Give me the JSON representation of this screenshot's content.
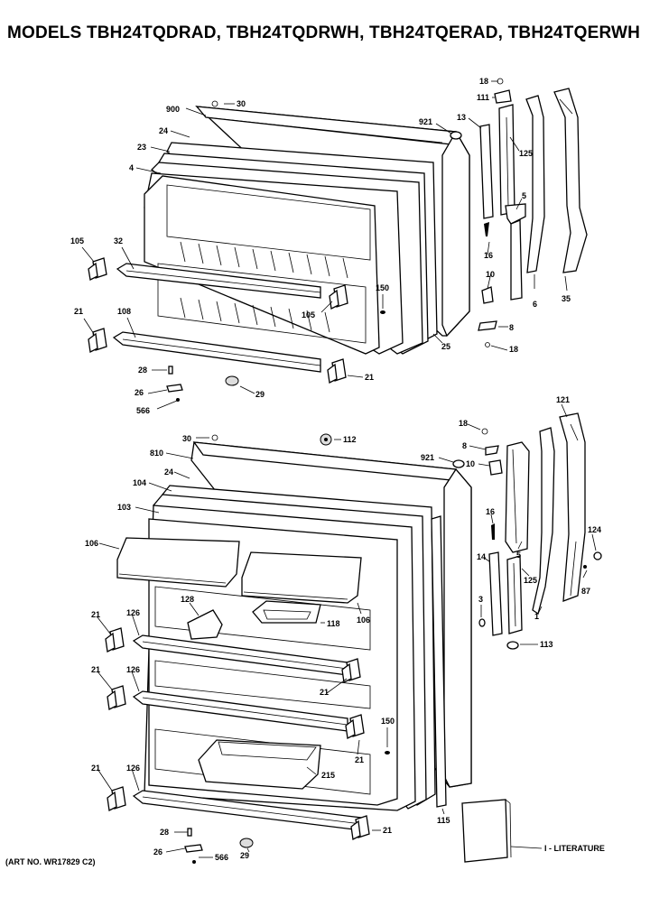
{
  "title": "MODELS TBH24TQDRAD, TBH24TQDRWH, TBH24TQERAD, TBH24TQERWH",
  "art_no": "(ART NO. WR17829 C2)",
  "labels": {
    "l900": "900",
    "l30a": "30",
    "l24a": "24",
    "l23": "23",
    "l4": "4",
    "l105a": "105",
    "l32": "32",
    "l21a": "21",
    "l108": "108",
    "l28a": "28",
    "l26a": "26",
    "l566a": "566",
    "l29": "29",
    "l21b": "21",
    "l105b": "105",
    "l150a": "150",
    "l25": "25",
    "l921a": "921",
    "l13": "13",
    "l125a": "125",
    "l18a": "18",
    "l111": "111",
    "l5a": "5",
    "l16a": "16",
    "l10a": "10",
    "l6": "6",
    "l35": "35",
    "l8a": "8",
    "l18b": "18",
    "l30b": "30",
    "l112": "112",
    "l810": "810",
    "l24b": "24",
    "l104": "104",
    "l103": "103",
    "l106a": "106",
    "l128": "128",
    "l118": "118",
    "l106b": "106",
    "l21c": "21",
    "l126a": "126",
    "l21d": "21",
    "l126b": "126",
    "l21e": "21",
    "l150b": "150",
    "l21f": "21",
    "l21g": "21",
    "l126c": "126",
    "l215": "215",
    "l28b": "28",
    "l21h": "21",
    "l26b": "26",
    "l566b": "566",
    "l29b": "29",
    "l115": "115",
    "l921b": "921",
    "l18c": "18",
    "l8b": "8",
    "l10b": "10",
    "l16b": "16",
    "l14": "14",
    "l3": "3",
    "l125b": "125",
    "l5b": "5",
    "l113": "113",
    "l121": "121",
    "l124": "124",
    "l87": "87",
    "l1": "1",
    "literature": "I - LITERATURE"
  }
}
